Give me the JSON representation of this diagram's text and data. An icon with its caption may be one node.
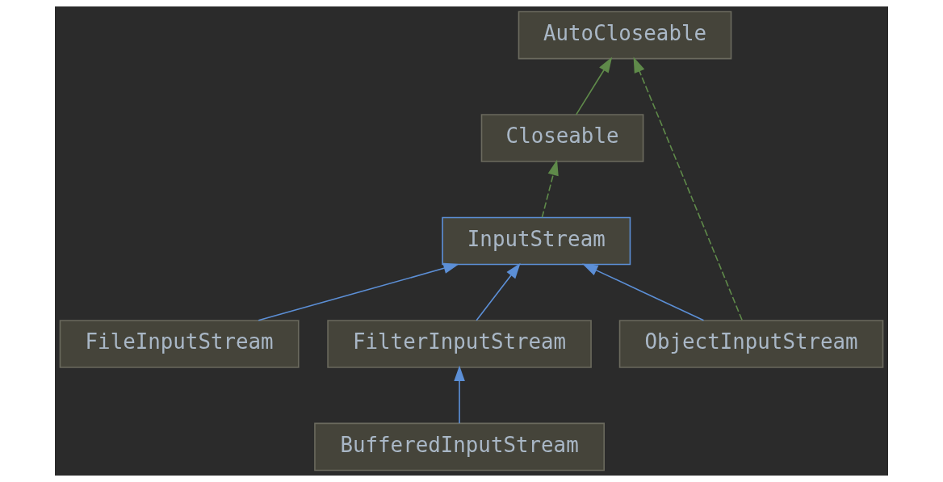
{
  "diagram": {
    "nodes": [
      {
        "text": [
          "AutoCloseable"
        ]
      },
      {
        "text": [
          "Closeable"
        ]
      },
      {
        "text": [
          "InputStream"
        ]
      },
      {
        "text": [
          "FileInputStream"
        ]
      },
      {
        "text": [
          "FilterInputStream"
        ]
      },
      {
        "text": [
          "ObjectInputStream"
        ]
      },
      {
        "text": [
          "BufferedInputStream"
        ]
      }
    ],
    "edges": [
      {
        "from": 1,
        "to": 0,
        "arrow": "to",
        "color": "#5f8a4a"
      },
      {
        "from": 2,
        "to": 1,
        "arrow": "to",
        "style": "dashed",
        "color": "#5f8a4a"
      },
      {
        "from": 5,
        "to": 0,
        "arrow": "to",
        "style": "dashed",
        "color": "#5f8a4a"
      },
      {
        "from": 3,
        "to": 2,
        "arrow": "to"
      },
      {
        "from": 4,
        "to": 2,
        "arrow": "to"
      },
      {
        "from": 5,
        "to": 2,
        "arrow": "to"
      },
      {
        "from": 6,
        "to": 4,
        "arrow": "to"
      }
    ]
  }
}
